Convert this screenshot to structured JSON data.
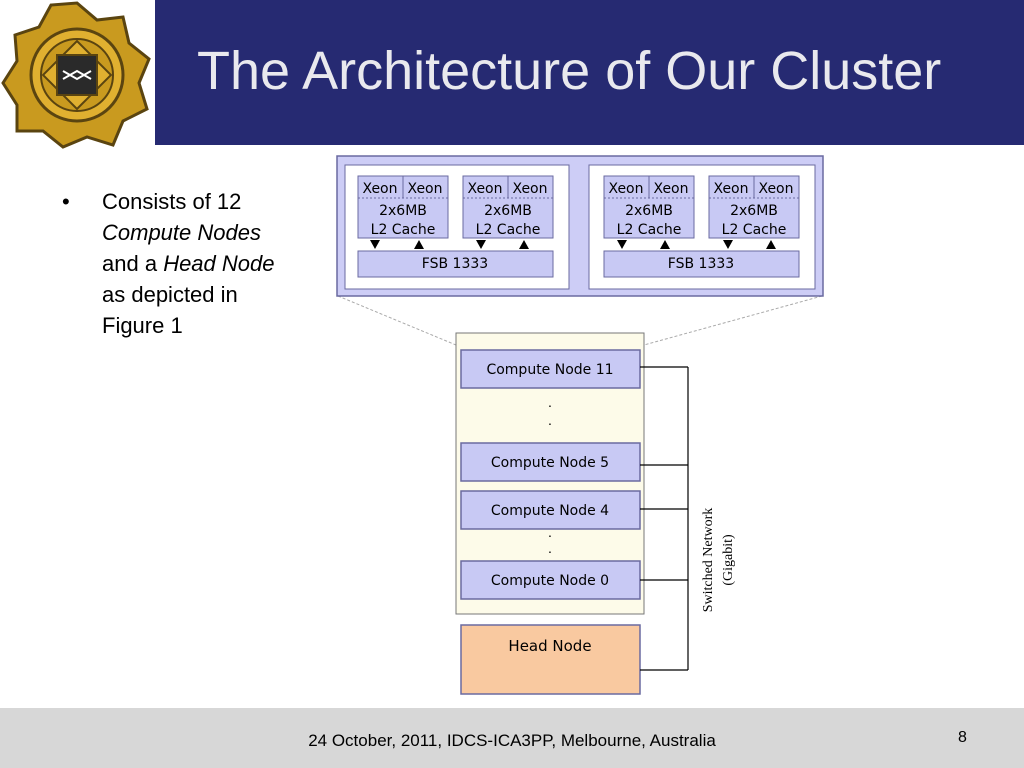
{
  "slide": {
    "title": "The Architecture of Our Cluster",
    "bullet_marker": "•",
    "bullet": {
      "part1": "Consists of 12",
      "part2": "Compute Nodes",
      "part3": "and a",
      "part4": "Head Node",
      "part5": "as depicted in",
      "part6": "Figure 1"
    },
    "footer": "24 October, 2011, IDCS-ICA3PP, Melbourne, Australia",
    "page_number": "8"
  },
  "logo": {
    "icon": "university-crest-icon",
    "color": "#c99a1f"
  },
  "diagram": {
    "processors": [
      {
        "cpu_left": "Xeon",
        "cpu_right": "Xeon",
        "cache_size": "2x6MB",
        "cache_label": "L2 Cache"
      },
      {
        "cpu_left": "Xeon",
        "cpu_right": "Xeon",
        "cache_size": "2x6MB",
        "cache_label": "L2 Cache"
      },
      {
        "cpu_left": "Xeon",
        "cpu_right": "Xeon",
        "cache_size": "2x6MB",
        "cache_label": "L2 Cache"
      },
      {
        "cpu_left": "Xeon",
        "cpu_right": "Xeon",
        "cache_size": "2x6MB",
        "cache_label": "L2 Cache"
      }
    ],
    "fsb": [
      "FSB 1333",
      "FSB 1333"
    ],
    "compute_nodes": [
      "Compute Node 11",
      "Compute Node 5",
      "Compute Node 4",
      "Compute Node 0"
    ],
    "head_node": "Head Node",
    "network_label_line1": "Switched Network",
    "network_label_line2": "(Gigabit)",
    "colors": {
      "node_fill": "#c8c9f4",
      "node_stroke": "#6a6aa0",
      "cluster_fill": "#fdfbe9",
      "head_fill": "#f9c9a0",
      "node_detail_fill": "#cdcdf6"
    }
  }
}
